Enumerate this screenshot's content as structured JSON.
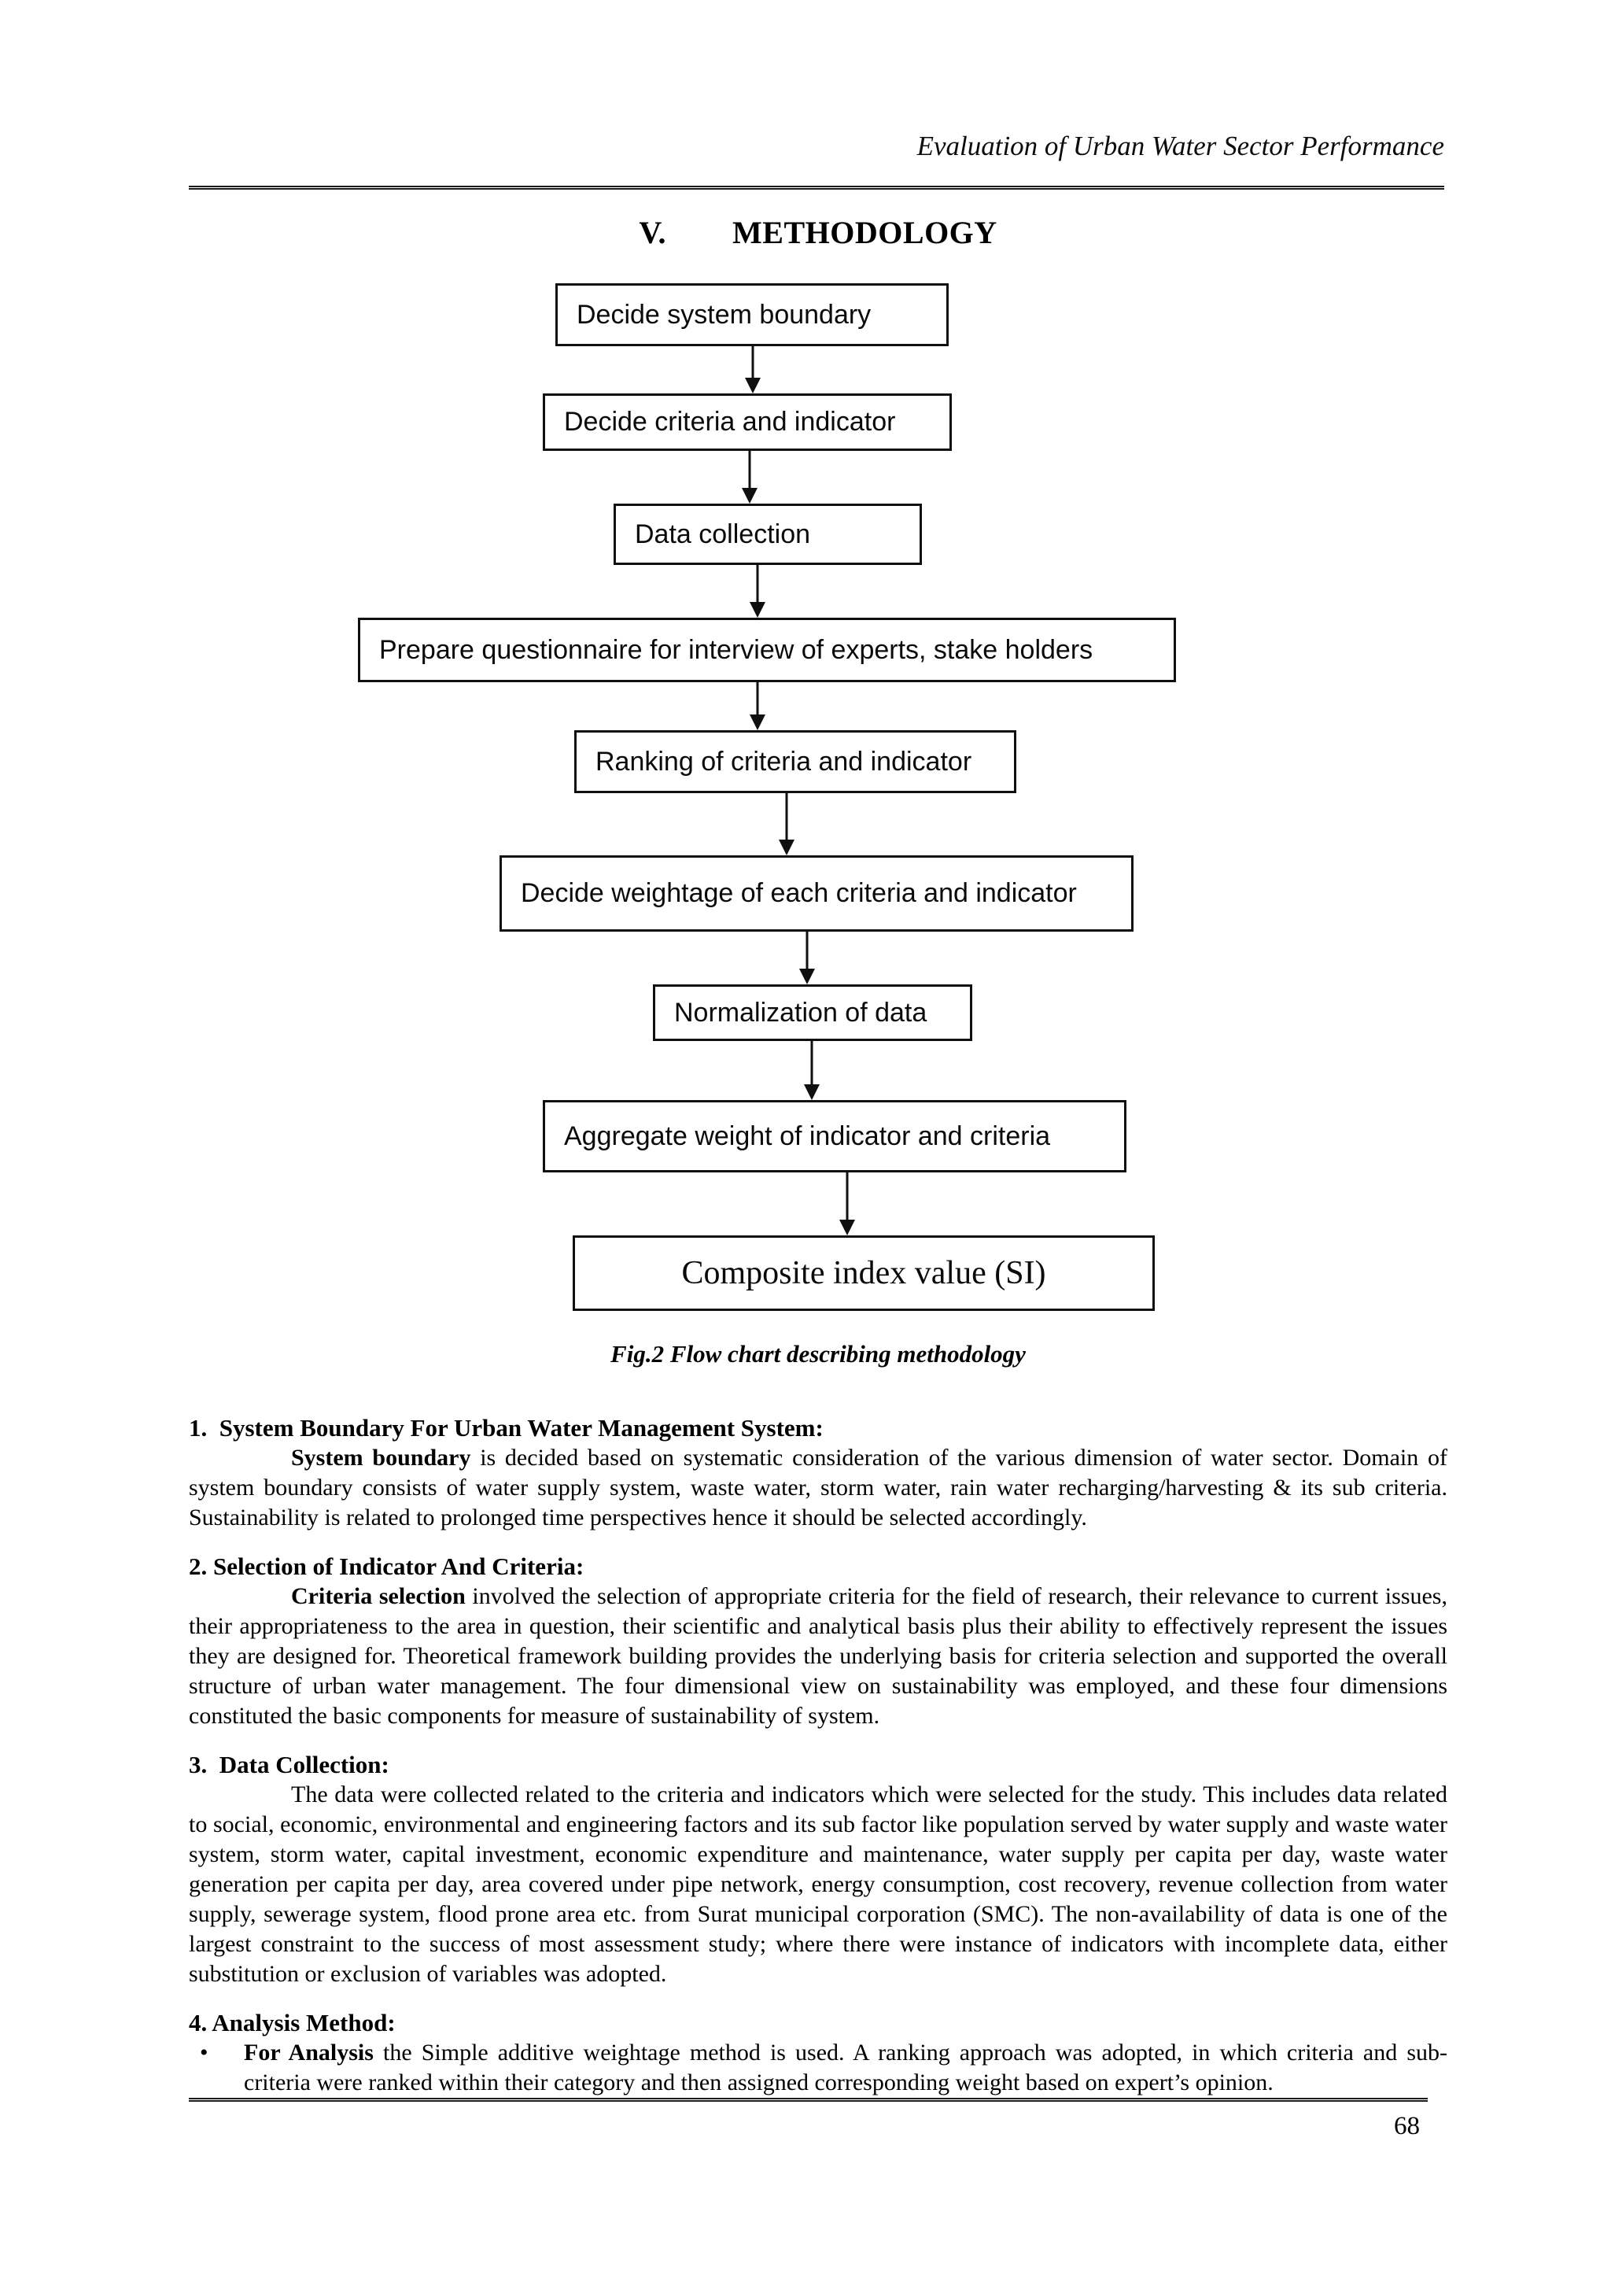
{
  "header": {
    "title": "Evaluation of Urban Water Sector Performance"
  },
  "title": {
    "numeral": "V.",
    "text": "METHODOLOGY"
  },
  "flowchart": {
    "caption": "Fig.2 Flow chart describing methodology",
    "steps": [
      {
        "label": "Decide system boundary"
      },
      {
        "label": "Decide criteria and indicator"
      },
      {
        "label": "Data collection"
      },
      {
        "label": "Prepare questionnaire for interview of experts, stake holders"
      },
      {
        "label": "Ranking of criteria and indicator"
      },
      {
        "label": "Decide weightage of each criteria and indicator"
      },
      {
        "label": "Normalization of data"
      },
      {
        "label": "Aggregate weight of indicator and criteria"
      },
      {
        "label": "Composite index value (SI)"
      }
    ]
  },
  "sections": [
    {
      "heading": "1.  System Boundary For Urban Water Management System:",
      "lead": "System boundary",
      "body": " is decided based on systematic consideration of the various dimension of water sector. Domain of system boundary consists of water supply system, waste water, storm water, rain water recharging/harvesting & its sub criteria. Sustainability is related to prolonged time perspectives hence it should be selected accordingly."
    },
    {
      "heading": "2. Selection of Indicator And Criteria:",
      "lead": "Criteria selection",
      "body": " involved the selection of appropriate criteria for the field of research, their relevance to current issues, their appropriateness to the area in question, their scientific and analytical basis plus their ability to effectively represent the issues they are designed for. Theoretical framework building provides the underlying basis for criteria selection and supported the overall structure of urban water management. The four dimensional view on sustainability was employed, and these four dimensions constituted the basic components for measure of sustainability of system."
    },
    {
      "heading": "3.  Data Collection:",
      "lead": "",
      "body": "The data were collected related to the criteria and indicators which were selected for the study. This includes data related to social, economic, environmental and engineering factors and its sub factor like population served by water supply and waste water system, storm water, capital investment, economic expenditure and maintenance, water supply per capita per day, waste water generation per capita per day, area covered under pipe network, energy consumption, cost recovery, revenue collection from water supply, sewerage system, flood prone area etc. from Surat municipal corporation (SMC). The non-availability of data is one of the largest constraint to the success of most assessment study; where there were instance of indicators with incomplete data, either substitution or exclusion of variables was adopted."
    },
    {
      "heading": "4. Analysis Method:",
      "bullet_marker": "•",
      "bullet_lead": "For Analysis",
      "bullet_body": " the Simple additive weightage method is used. A ranking approach was adopted, in which criteria and sub-criteria were ranked within their category and then assigned corresponding weight based on expert’s opinion."
    }
  ],
  "page": {
    "number": "68"
  }
}
